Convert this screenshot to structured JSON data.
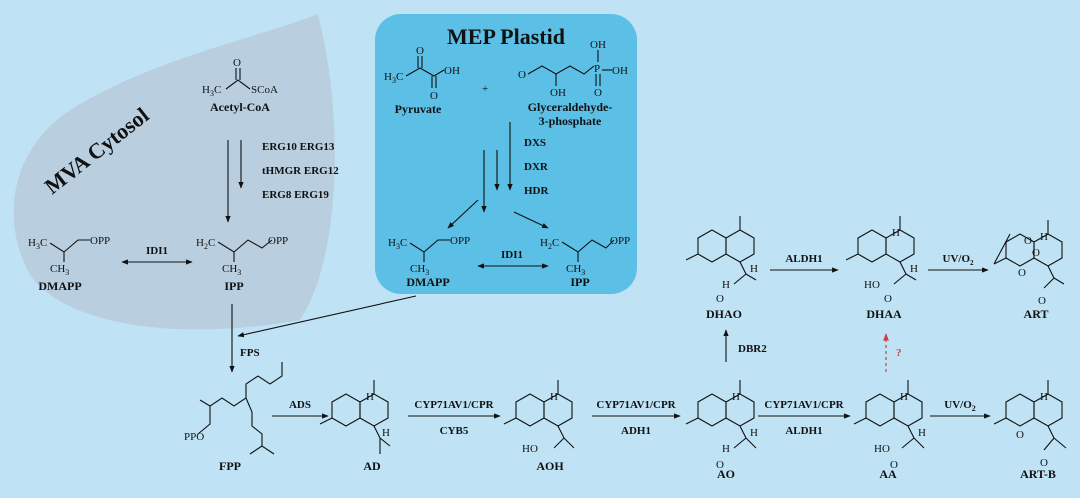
{
  "titles": {
    "mva": "MVA  Cytosol",
    "mep": "MEP  Plastid"
  },
  "compounds": {
    "acetyl_coa": "Acetyl-CoA",
    "pyruvate": "Pyruvate",
    "g3p_line1": "Glyceraldehyde-",
    "g3p_line2": "3-phosphate",
    "dmapp": "DMAPP",
    "ipp": "IPP",
    "fpp": "FPP",
    "ad": "AD",
    "aoh": "AOH",
    "ao": "AO",
    "aa": "AA",
    "dhao": "DHAO",
    "dhaa": "DHAA",
    "art": "ART",
    "art_b": "ART-B"
  },
  "enzymes": {
    "erg10_13": "ERG10  ERG13",
    "thmgr_12": "tHMGR  ERG12",
    "erg8_19": "ERG8  ERG19",
    "idi1": "IDI1",
    "dxs": "DXS",
    "dxr": "DXR",
    "hdr": "HDR",
    "fps": "FPS",
    "ads": "ADS",
    "cyp": "CYP71AV1/CPR",
    "cyb5": "CYB5",
    "adh1": "ADH1",
    "aldh1": "ALDH1",
    "dbr2": "DBR2",
    "uv": "UV/O",
    "question": "?"
  },
  "atoms": {
    "h3c": "H",
    "h2c": "H",
    "sub3": "3",
    "sub2": "2",
    "c": "C",
    "ch3": "CH",
    "opp": "OPP",
    "sco_a": "SCoA",
    "o": "O",
    "oh": "OH",
    "p": "P",
    "h": "H",
    "ho": "HO",
    "ppo": "PPO",
    "plus": "+"
  },
  "colors": {
    "background": "#bfe3f5",
    "mva_region": "#b9cfe0",
    "mep_region": "#5cbfe6",
    "question_arrow": "#d23a3a"
  }
}
